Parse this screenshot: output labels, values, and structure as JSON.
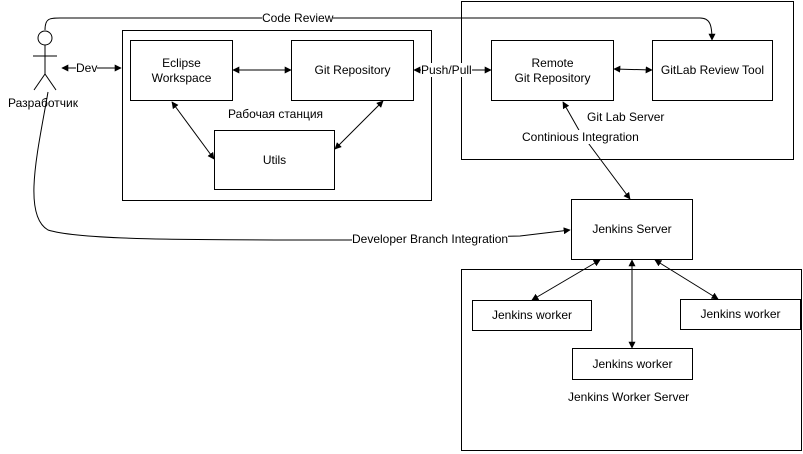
{
  "actor": {
    "label": "Разработчик"
  },
  "groups": {
    "workstation": "Рабочая станция",
    "gitlab_server": "Git Lab Server",
    "worker_server": "Jenkins Worker Server"
  },
  "nodes": {
    "eclipse": "Eclipse\nWorkspace",
    "git_repo": "Git Repository",
    "utils": "Utils",
    "remote_repo": "Remote\nGit Repository",
    "review_tool": "GitLab Review Tool",
    "jenkins_server": "Jenkins Server",
    "worker_left": "Jenkins worker",
    "worker_right": "Jenkins worker",
    "worker_bottom": "Jenkins worker"
  },
  "edges": {
    "code_review": "Code Review",
    "dev": "Dev",
    "push_pull": "Push/Pull",
    "ci": "Continious Integration",
    "dev_branch": "Developer Branch Integration"
  }
}
